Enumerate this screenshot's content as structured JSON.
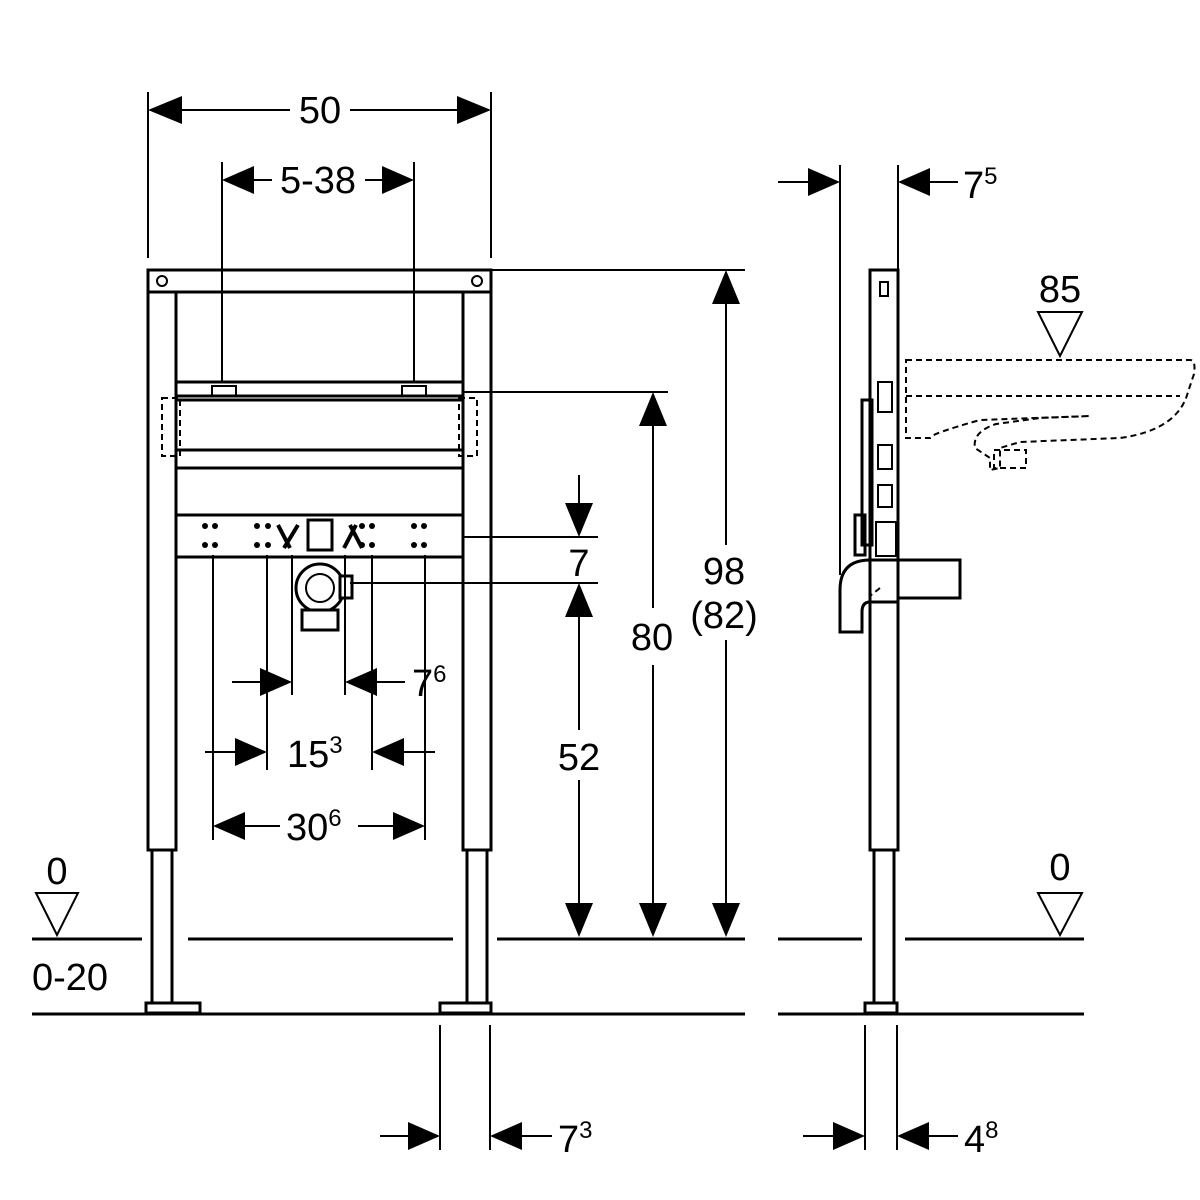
{
  "labels": {
    "width_total": "50",
    "width_adjust": "5-38",
    "side_top_offset_base": "7",
    "side_top_offset_sup": "5",
    "basin_height": "85",
    "height_total": "98",
    "height_total_alt": "(82)",
    "height_80": "80",
    "spacing_7": "7",
    "height_52": "52",
    "offset_76_base": "7",
    "offset_76_sup": "6",
    "width_153_base": "15",
    "width_153_sup": "3",
    "width_306_base": "30",
    "width_306_sup": "6",
    "floor_level_left": "0",
    "floor_range": "0-20",
    "floor_level_right": "0",
    "foot_offset_base": "7",
    "foot_offset_sup": "3",
    "side_foot_base": "4",
    "side_foot_sup": "8"
  }
}
